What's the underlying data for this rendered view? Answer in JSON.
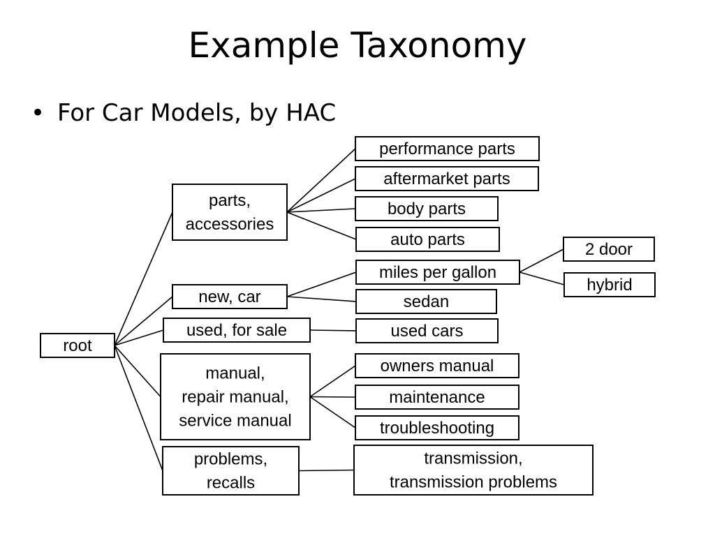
{
  "title": "Example Taxonomy",
  "bullet": "For Car Models, by HAC",
  "taxonomy": {
    "nodes": [
      {
        "id": "root",
        "lines": [
          "root"
        ]
      },
      {
        "id": "parts",
        "lines": [
          "parts,",
          "accessories"
        ]
      },
      {
        "id": "newcar",
        "lines": [
          "new, car"
        ]
      },
      {
        "id": "used",
        "lines": [
          "used, for sale"
        ]
      },
      {
        "id": "manual",
        "lines": [
          "manual,",
          "repair manual,",
          "service manual"
        ]
      },
      {
        "id": "problems",
        "lines": [
          "problems,",
          "recalls"
        ]
      },
      {
        "id": "performance",
        "lines": [
          "performance parts"
        ]
      },
      {
        "id": "aftermarket",
        "lines": [
          "aftermarket parts"
        ]
      },
      {
        "id": "body",
        "lines": [
          "body parts"
        ]
      },
      {
        "id": "auto",
        "lines": [
          "auto parts"
        ]
      },
      {
        "id": "mpg",
        "lines": [
          "miles per gallon"
        ]
      },
      {
        "id": "sedan",
        "lines": [
          "sedan"
        ]
      },
      {
        "id": "usedcars",
        "lines": [
          "used cars"
        ]
      },
      {
        "id": "owners",
        "lines": [
          "owners manual"
        ]
      },
      {
        "id": "maintenance",
        "lines": [
          "maintenance"
        ]
      },
      {
        "id": "troubleshooting",
        "lines": [
          "troubleshooting"
        ]
      },
      {
        "id": "transmission",
        "lines": [
          "transmission,",
          "transmission problems"
        ]
      },
      {
        "id": "twodoor",
        "lines": [
          "2 door"
        ]
      },
      {
        "id": "hybrid",
        "lines": [
          "hybrid"
        ]
      }
    ],
    "edges": [
      [
        "root",
        "parts"
      ],
      [
        "root",
        "newcar"
      ],
      [
        "root",
        "used"
      ],
      [
        "root",
        "manual"
      ],
      [
        "root",
        "problems"
      ],
      [
        "parts",
        "performance"
      ],
      [
        "parts",
        "aftermarket"
      ],
      [
        "parts",
        "body"
      ],
      [
        "parts",
        "auto"
      ],
      [
        "newcar",
        "mpg"
      ],
      [
        "newcar",
        "sedan"
      ],
      [
        "used",
        "usedcars"
      ],
      [
        "manual",
        "owners"
      ],
      [
        "manual",
        "maintenance"
      ],
      [
        "manual",
        "troubleshooting"
      ],
      [
        "problems",
        "transmission"
      ],
      [
        "mpg",
        "twodoor"
      ],
      [
        "mpg",
        "hybrid"
      ]
    ]
  }
}
